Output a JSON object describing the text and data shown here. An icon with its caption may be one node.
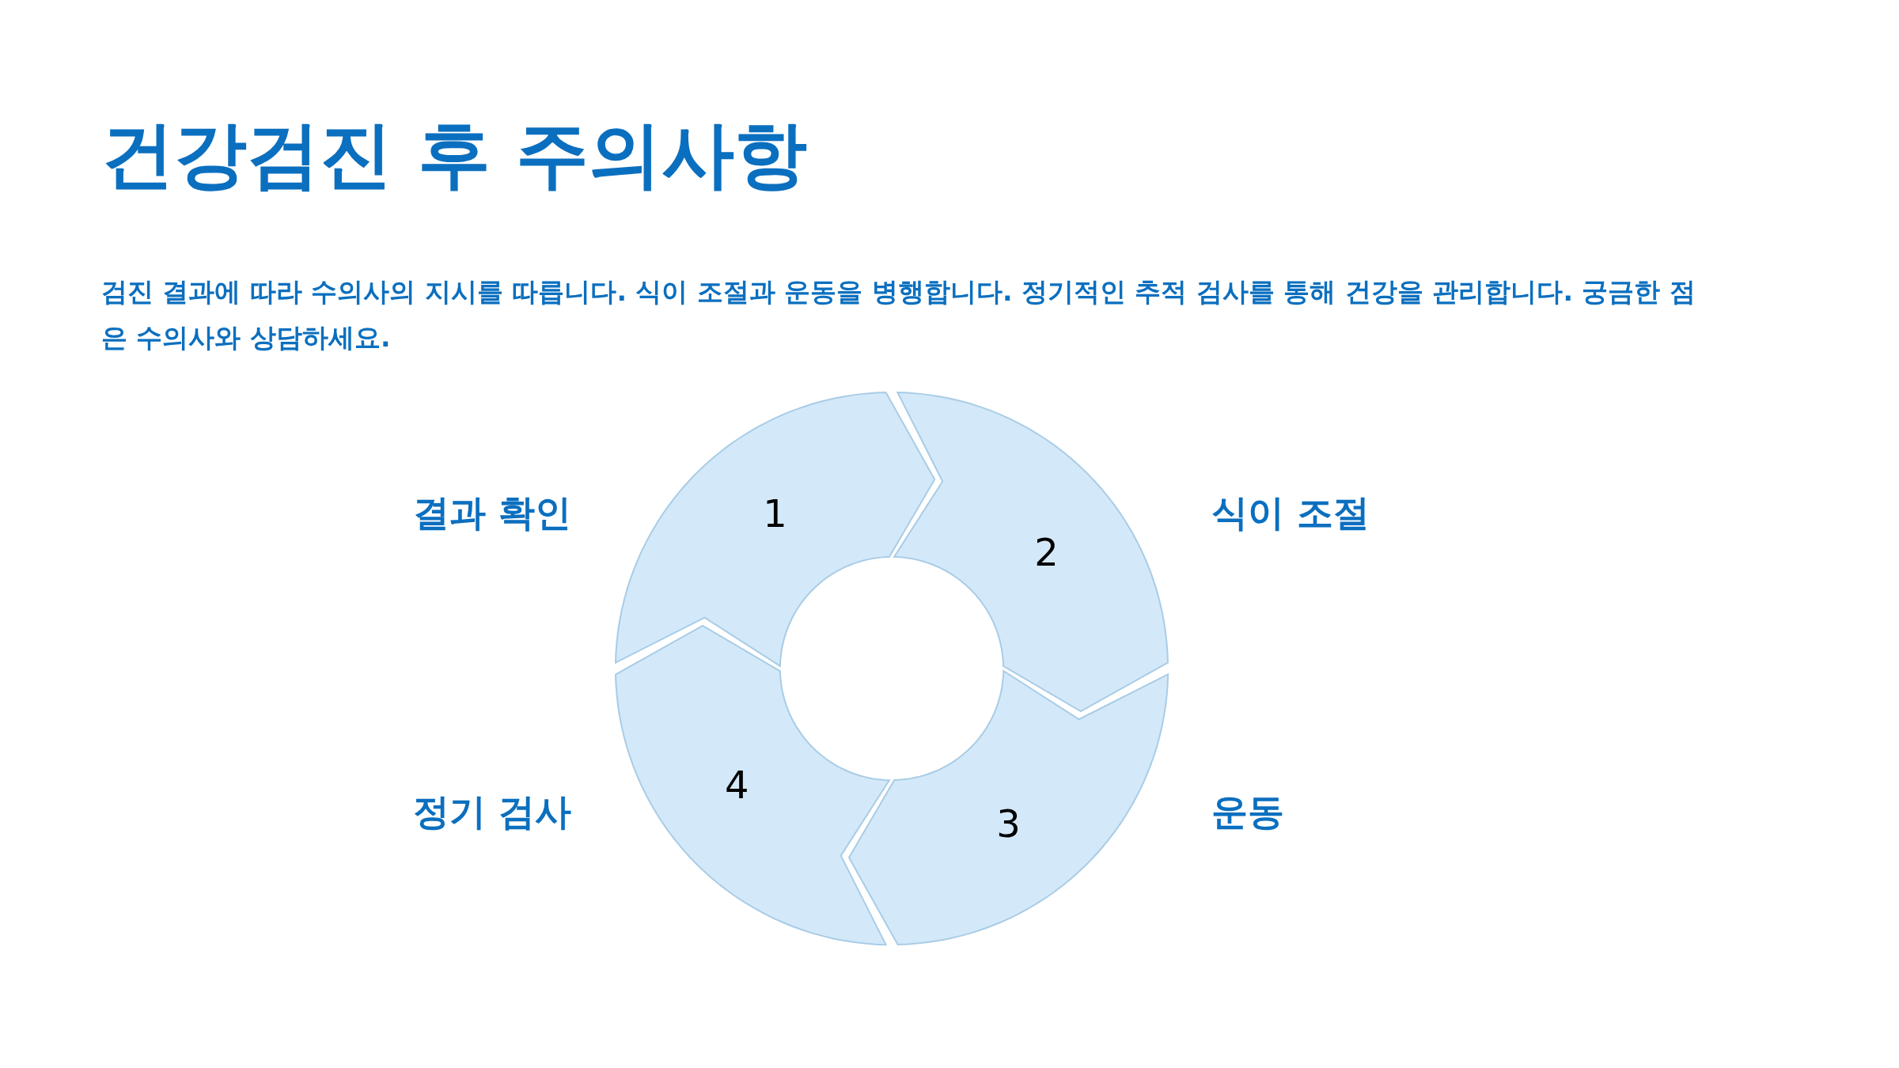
{
  "diagram": {
    "title": "건강검진 후 주의사항",
    "nodes": [
      {
        "text": [
          "1"
        ],
        "beside": [
          "결과 확인"
        ]
      },
      {
        "text": [
          "2"
        ],
        "beside": [
          "식이 조절"
        ]
      },
      {
        "text": [
          "3"
        ],
        "beside": [
          "운동"
        ]
      },
      {
        "text": [
          "4"
        ],
        "beside": [
          "정기 검사"
        ]
      }
    ],
    "labels": [
      "검진 결과에 따라 수의사의 지시를 따릅니다. 식이 조절과 운동을 병행합니다. 정기적인 추적 검사를 통해 건강을 관리합니다. 궁금한 점은 수의사와 상담하세요."
    ]
  }
}
